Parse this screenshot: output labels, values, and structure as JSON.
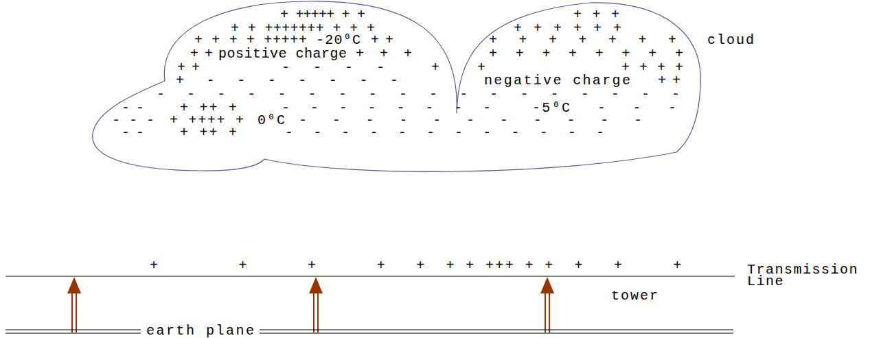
{
  "diagram": {
    "nodes": [
      {
        "text": [
          "+ +++++ + +",
          "+ + +",
          "+ + +++++++ + + +",
          "+ + + + + +",
          "+ + + + +++++",
          "-20⁰C",
          "+ +",
          "+ + + + + + +",
          "cloud",
          "+ +",
          "positive charge",
          "+ + +",
          "+ + + + + + + +",
          "+ +",
          "- - - -",
          "+",
          "+",
          "+ + + +",
          "+ - - - - - - -",
          "negative charge",
          "+ +",
          "- - - - - - - - - - - - - - - - - -",
          "- -",
          "+ ++ +",
          "- - - - - - - -",
          "-5⁰C",
          "- - -",
          "- - -",
          "+ ++++ +",
          "0⁰C",
          "- - - - - - - - - - -",
          "- -",
          "+ ++ +",
          "- - - - - - - - - - - -"
        ]
      }
    ],
    "labels": [
      "+        +      +      +   +  + + +++ + +  +   +     +",
      "Transmission Line",
      "tower",
      "earth plane"
    ]
  }
}
